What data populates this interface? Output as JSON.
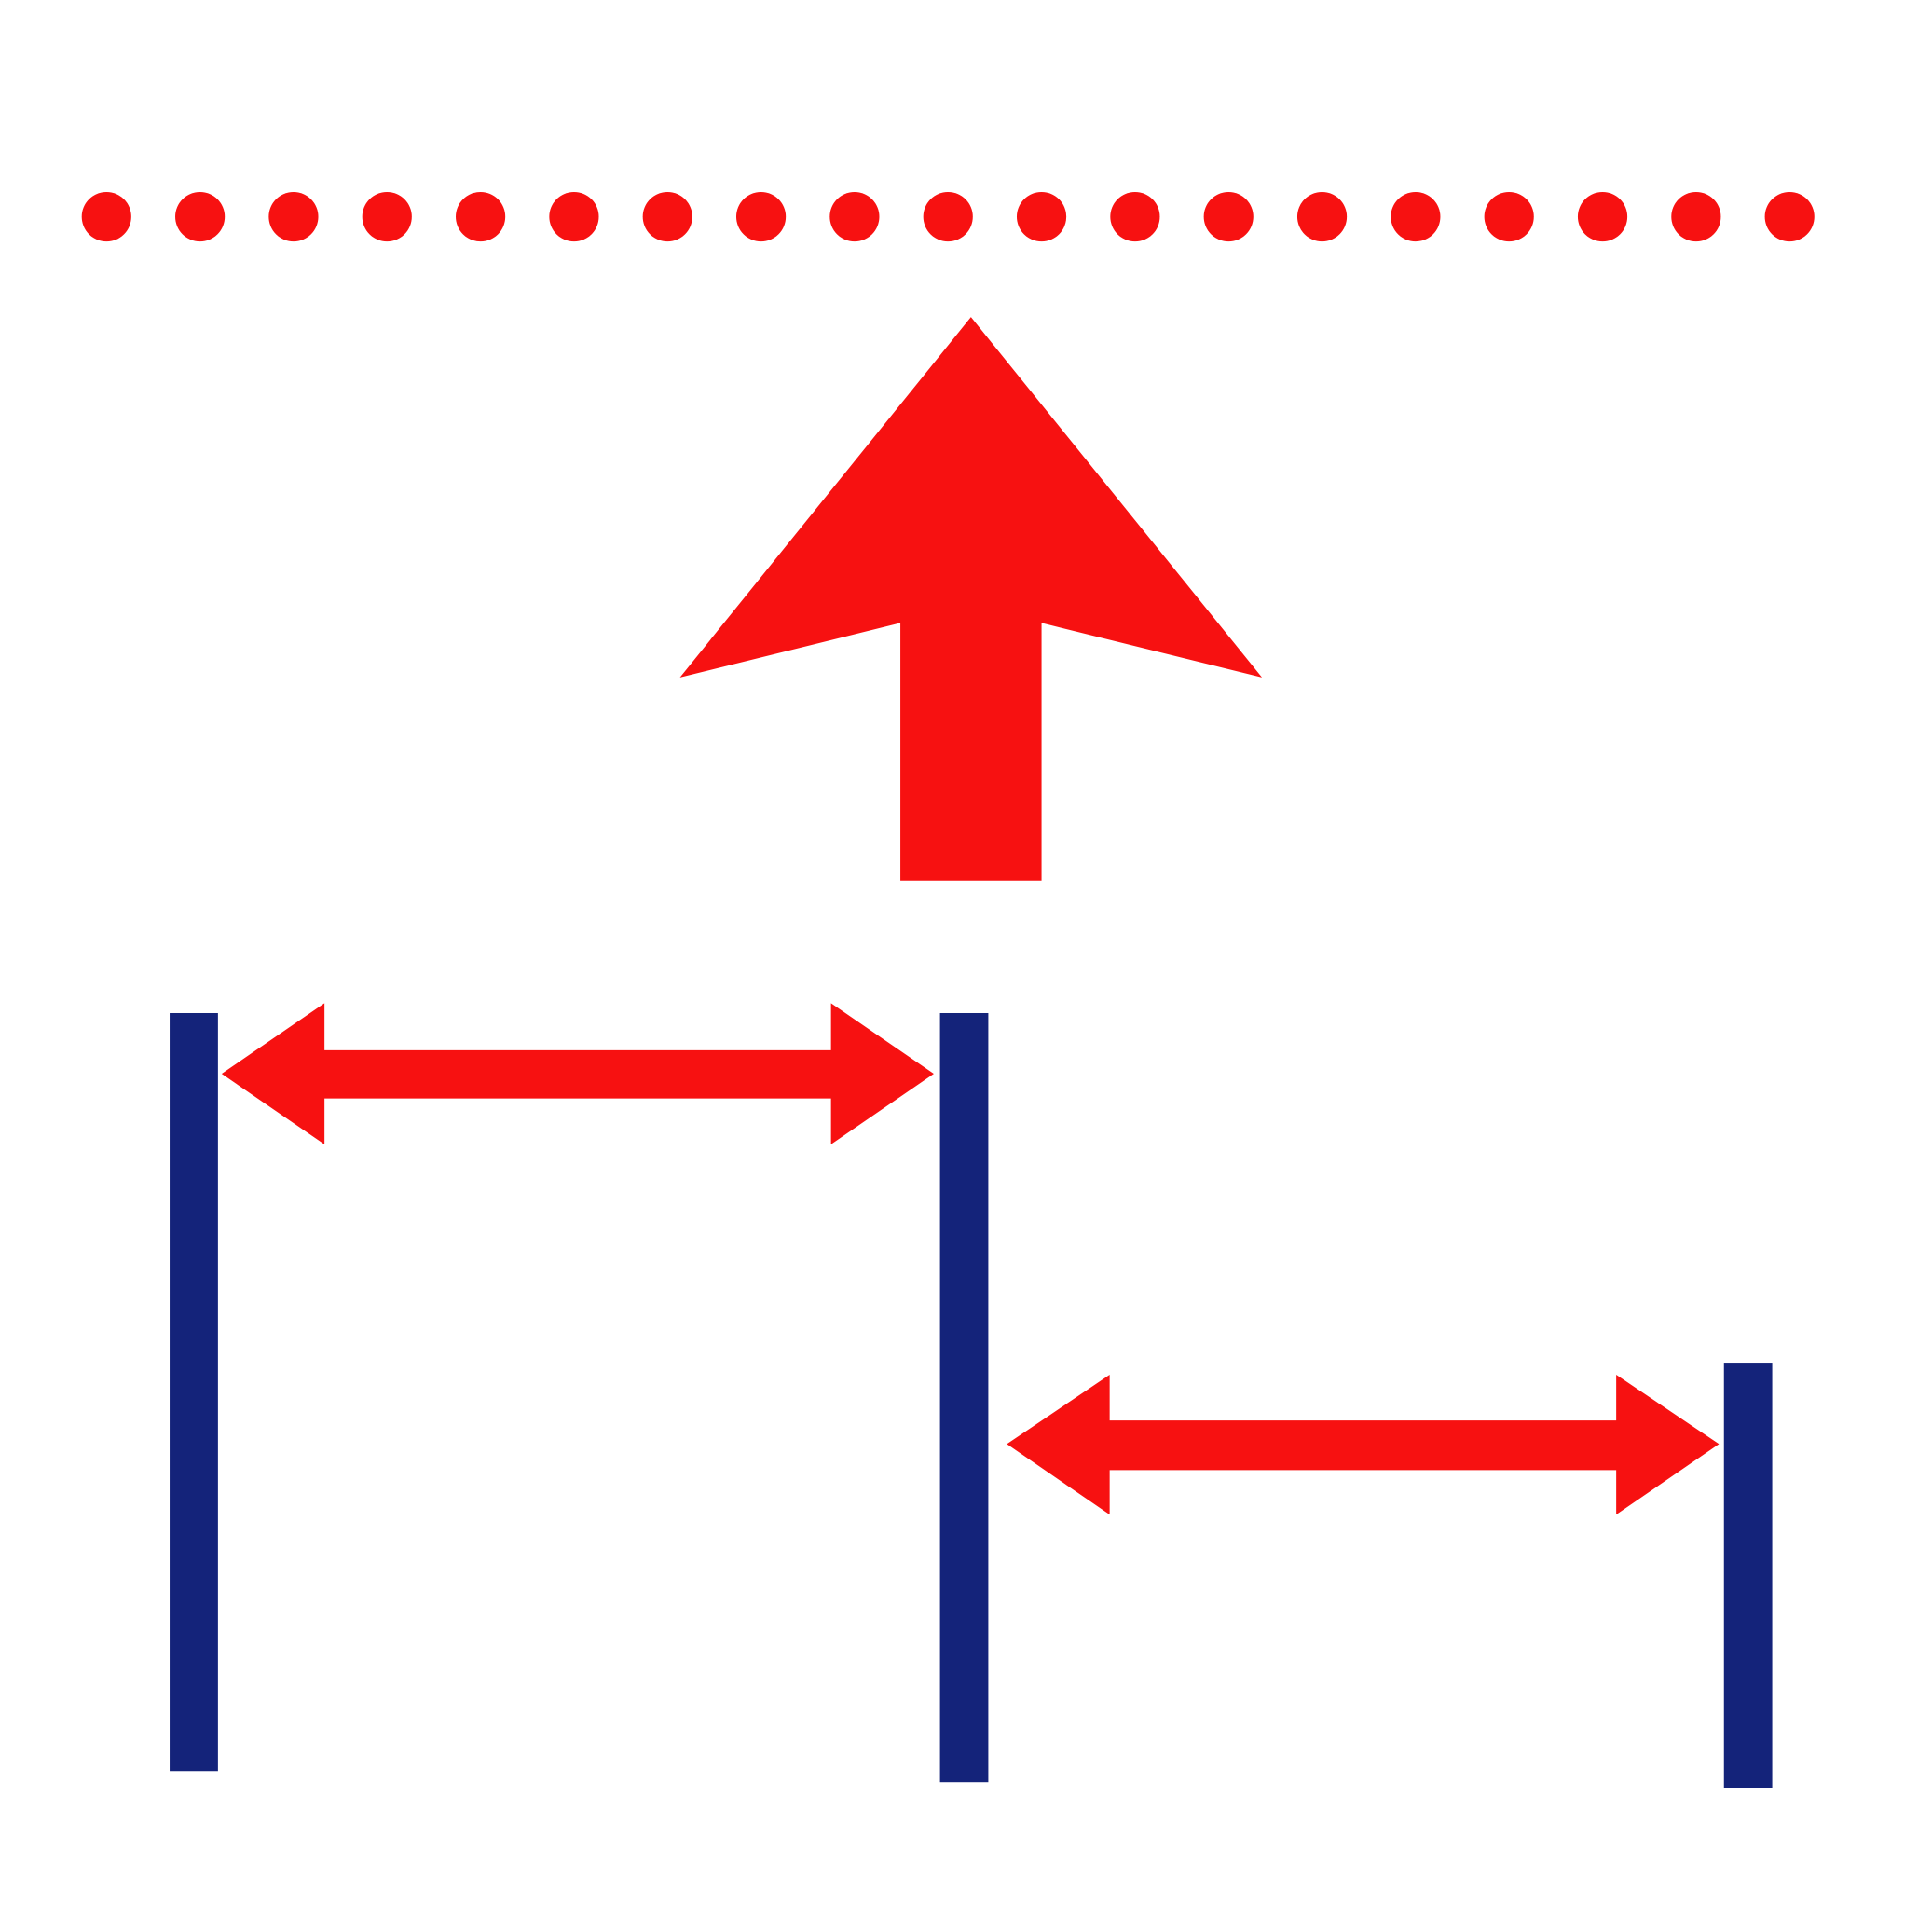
{
  "colors": {
    "accent": "#f71111",
    "bar": "#14237a",
    "background": "#ffffff"
  },
  "icons": {
    "dots": "dotted-line",
    "up_arrow": "arrow-up-icon",
    "double_arrow": "double-arrow-icon",
    "bar": "vertical-bar"
  },
  "dot_count": 19
}
